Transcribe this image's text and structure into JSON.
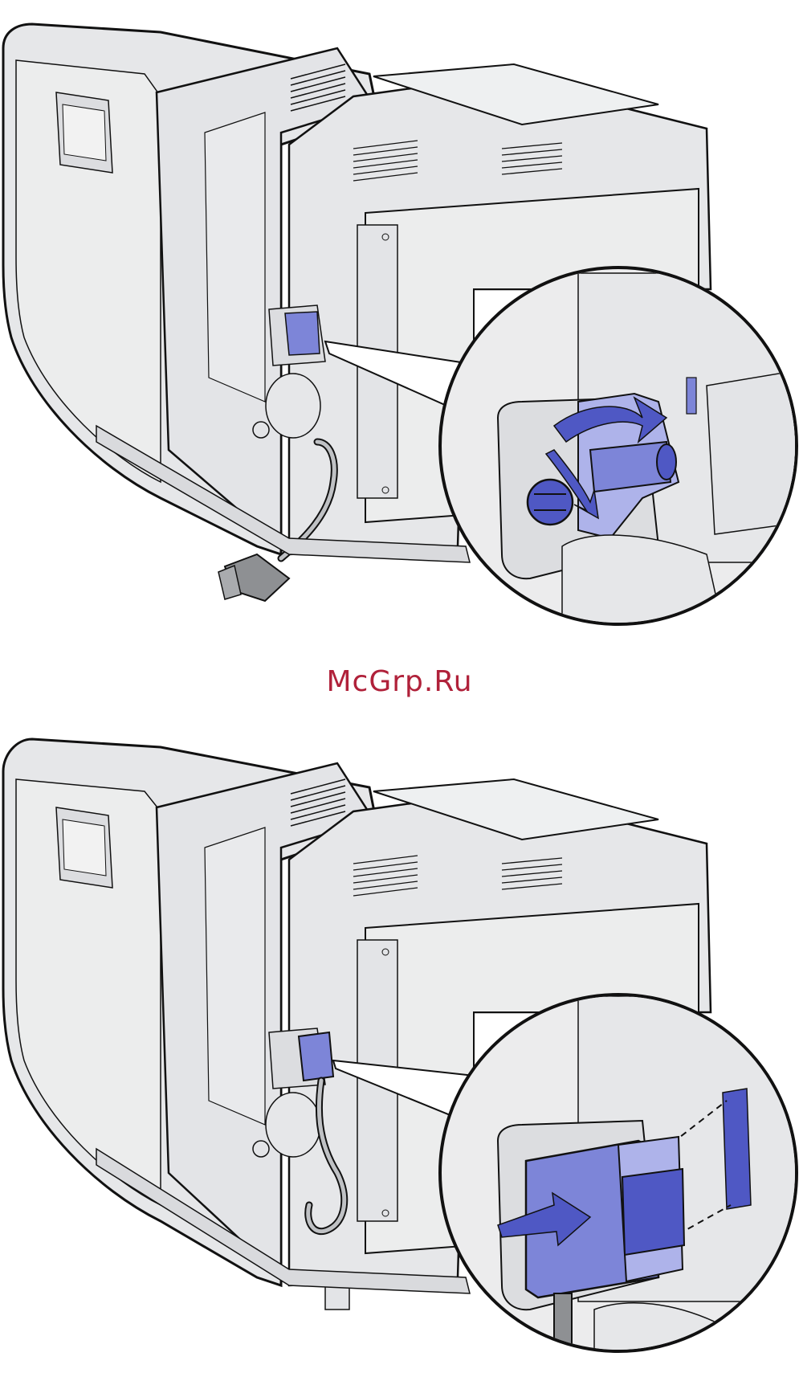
{
  "watermark": {
    "text": "McGrp.Ru"
  },
  "colors": {
    "body_fill": "#e6e7e9",
    "body_shade": "#d9dadd",
    "outline": "#111111",
    "accent_blue": "#7d85d8",
    "accent_blue_dark": "#4f58c4",
    "accent_blue_light": "#aeb3ea",
    "watermark": "#b0213a"
  },
  "figures": [
    {
      "id": "cable-clamp-step",
      "icons": [
        "printer-rear-illustration",
        "cable-clamp-callout",
        "rotate-arrow-icon"
      ]
    },
    {
      "id": "connector-insert-step",
      "icons": [
        "printer-rear-illustration",
        "connector-callout",
        "insert-arrow-icon"
      ]
    }
  ]
}
